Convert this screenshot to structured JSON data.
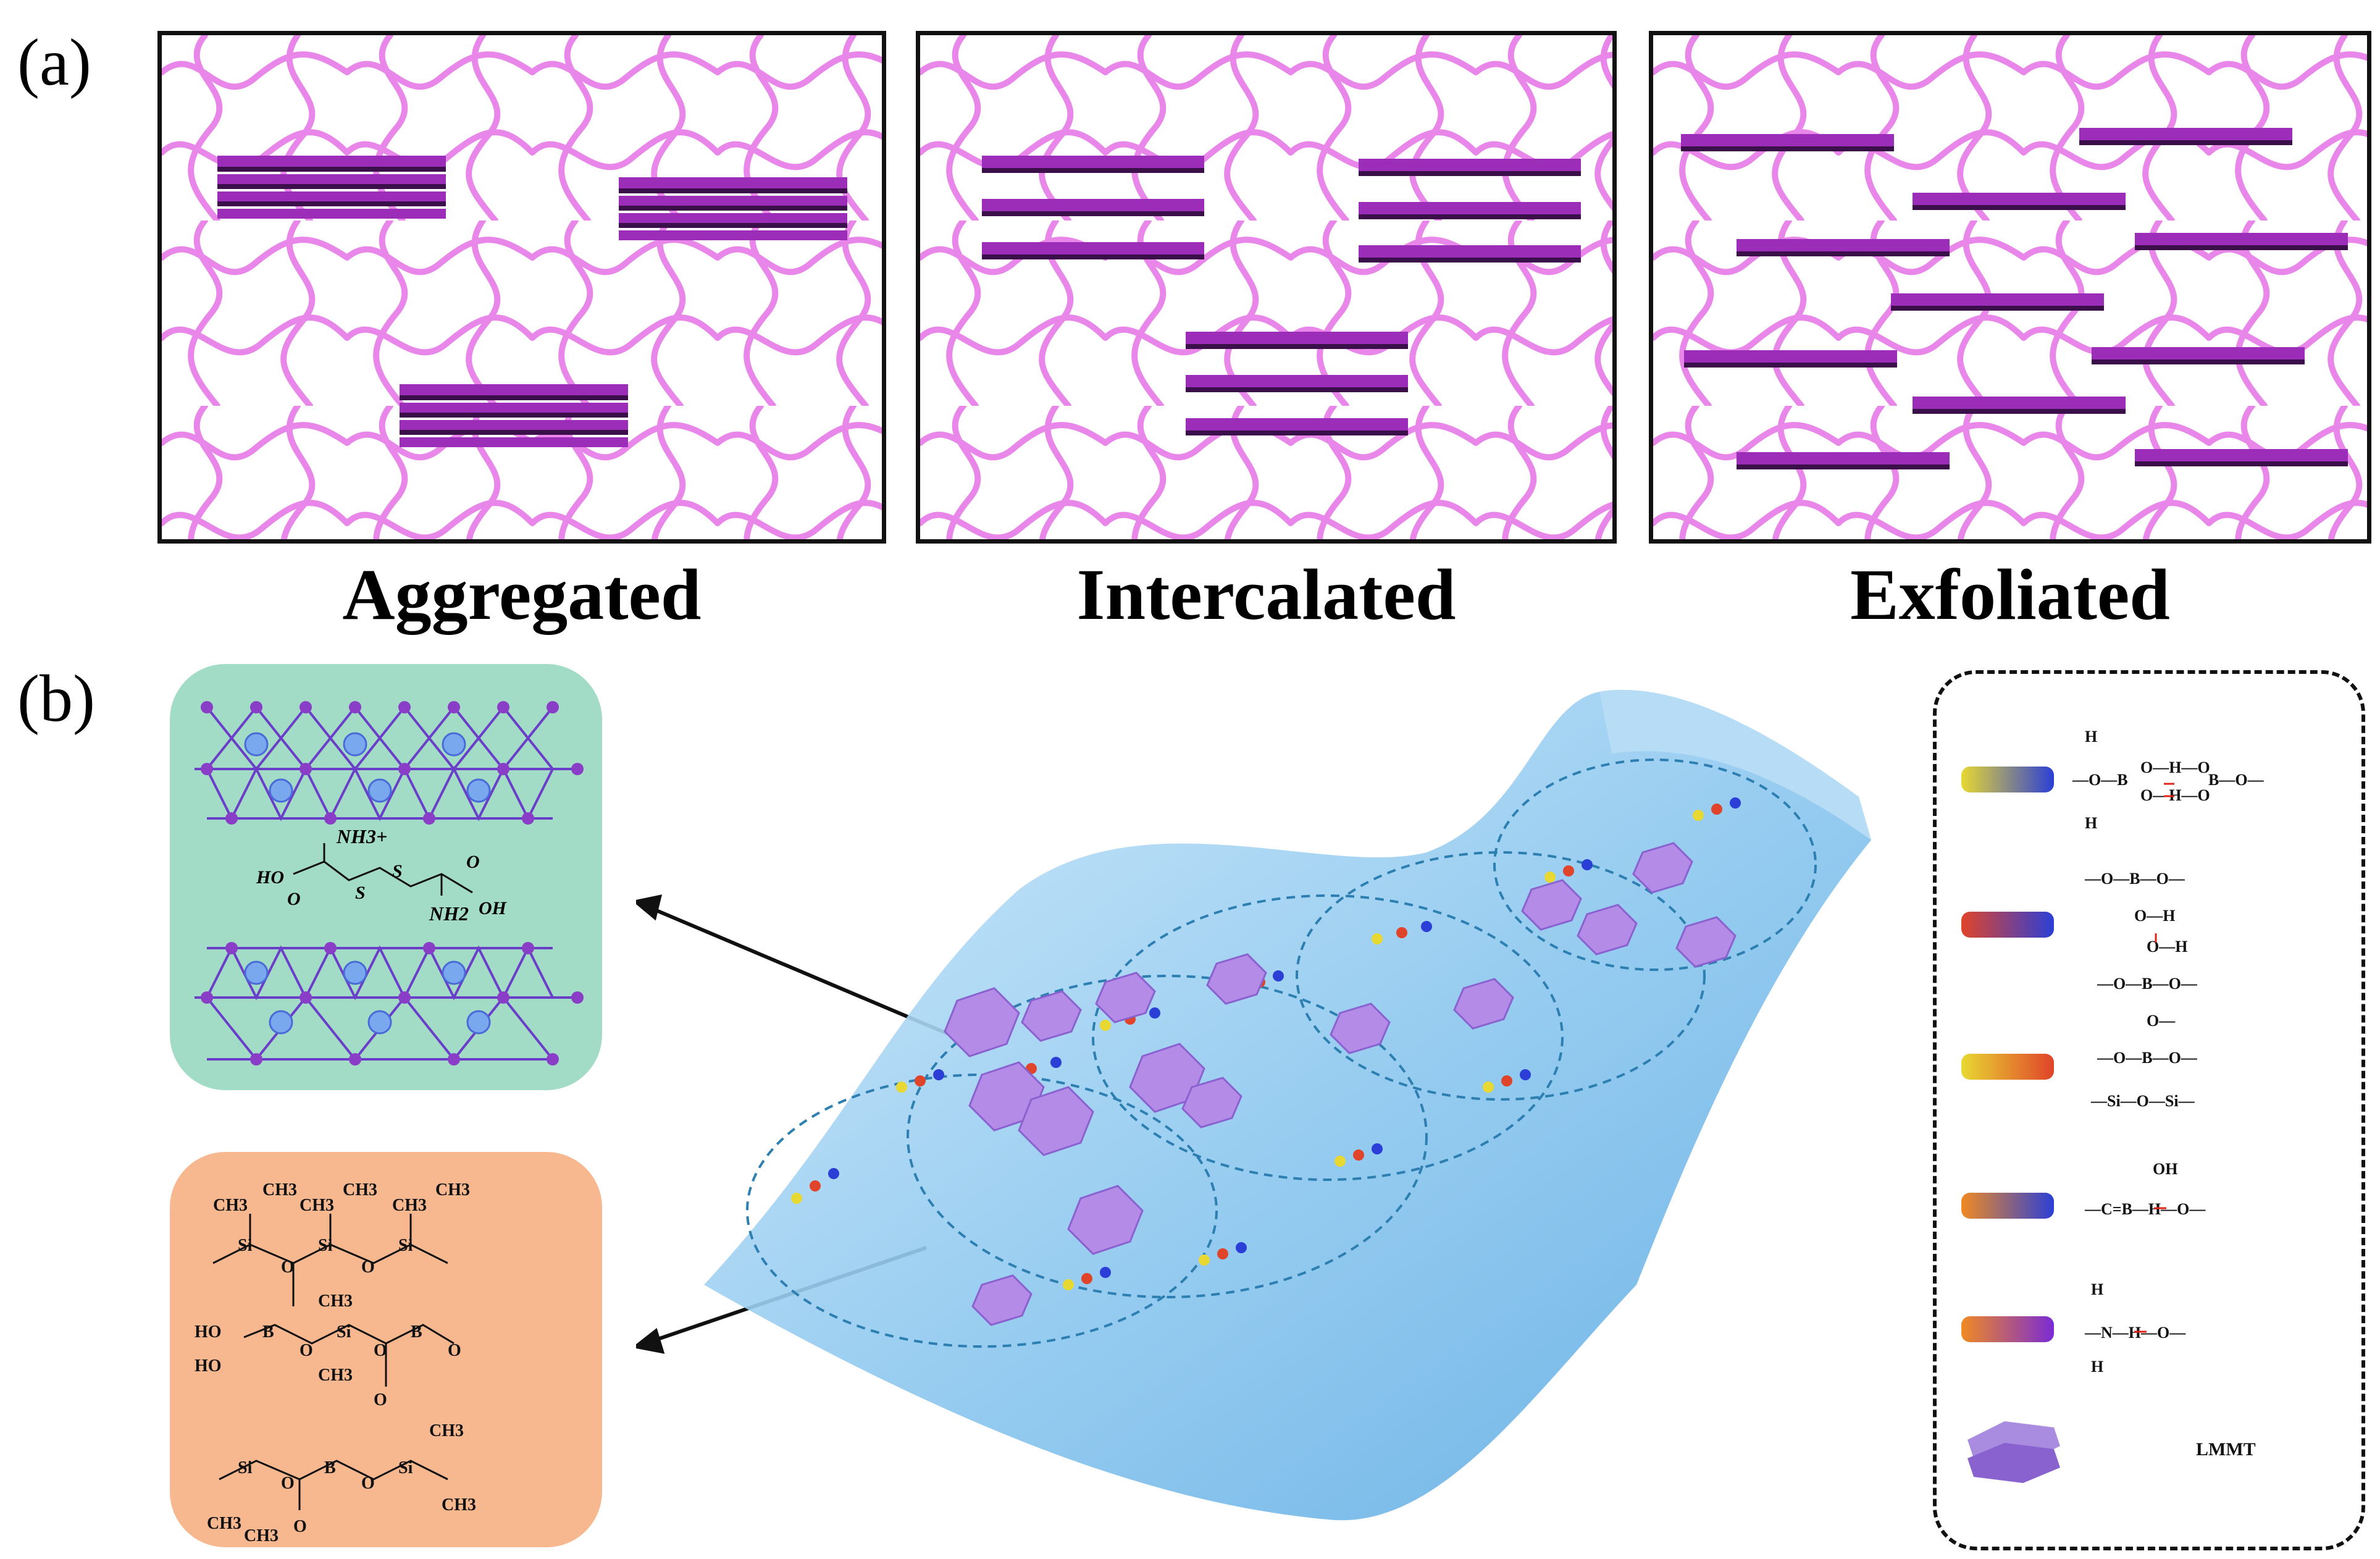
{
  "panel_a": {
    "letter": "(a)",
    "captions": [
      "Aggregated",
      "Intercalated",
      "Exfoliated"
    ]
  },
  "panel_b": {
    "letter": "(b)",
    "clay_box": {
      "labels": [
        "NH3+",
        "HO",
        "O",
        "S",
        "S",
        "O",
        "OH",
        "NH2"
      ]
    },
    "boron_box": {
      "labels": [
        "CH3",
        "CH3",
        "CH3",
        "CH3",
        "CH3",
        "CH3",
        "Si",
        "Si",
        "Si",
        "O",
        "O",
        "HO",
        "B",
        "O",
        "Si",
        "O",
        "B",
        "O",
        "HO",
        "CH3",
        "CH3",
        "O",
        "Si",
        "O",
        "B",
        "O",
        "Si",
        "CH3",
        "CH3",
        "O",
        "CH3",
        "CH3"
      ]
    },
    "legend": {
      "items": [
        {
          "colors": [
            "#e8d832",
            "#2b3fd6"
          ],
          "formula": "O-H···O-B-O (B-O-H···O-H-O-B)"
        },
        {
          "colors": [
            "#e0442a",
            "#2b3fd6"
          ],
          "formula": "-O-B-O- / O-H / O-H / -O-B-O-"
        },
        {
          "colors": [
            "#e8d832",
            "#e0442a"
          ],
          "formula": "-O-B-O- / -Si-O-Si-"
        },
        {
          "colors": [
            "#f08a22",
            "#2b3fd6"
          ],
          "formula": "-C=B-H-O-"
        },
        {
          "colors": [
            "#f08a22",
            "#7a2bd6"
          ],
          "formula": "-N-H-O-"
        },
        {
          "colors": [
            "#a98be0"
          ],
          "formula": "LMMT"
        }
      ],
      "lmmt_label": "LMMT"
    },
    "accent": {
      "pink": "#e87fe8",
      "platelet": "#9b2db8",
      "platelet_dark": "#3a0f4a",
      "hydrogel": "#8ec8ef",
      "green_box": "#a3dcc6",
      "orange_box": "#f8b88f"
    }
  }
}
